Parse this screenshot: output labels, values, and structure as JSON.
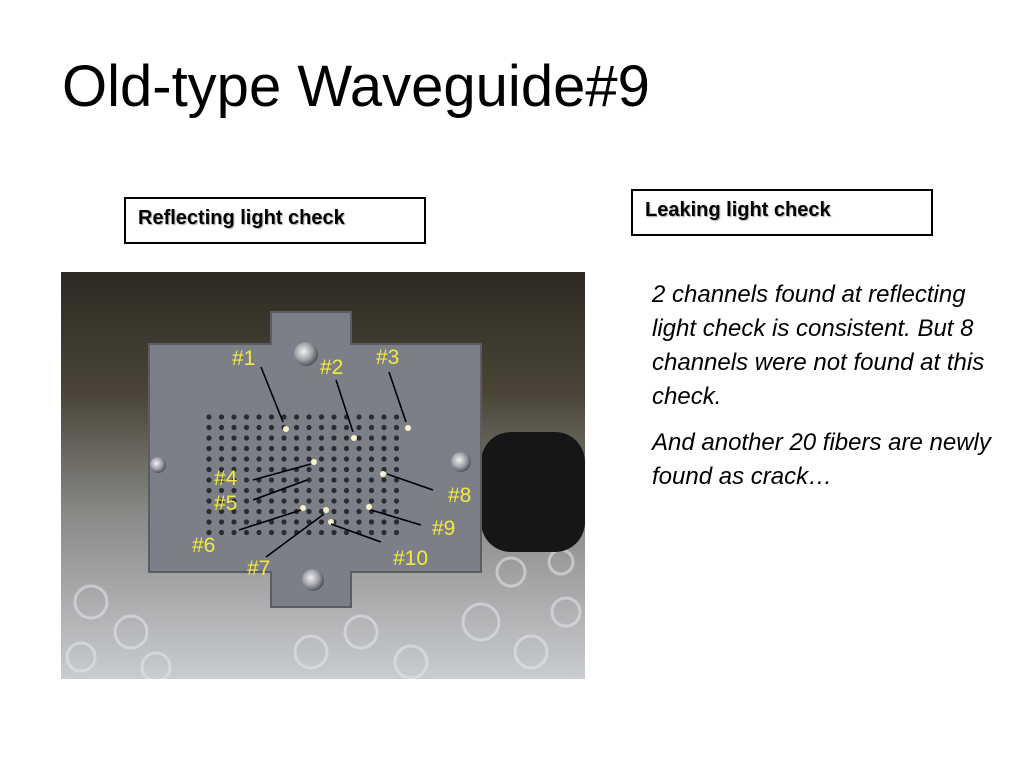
{
  "title": "Old-type Waveguide#9",
  "reflecting_box": "Reflecting light check",
  "leaking_box": "Leaking light check",
  "paragraphs": [
    "2 channels found at reflecting light check is consistent. But 8 channels were not found at this check.",
    "And another 20 fibers are newly found as crack…"
  ],
  "photo": {
    "labels": [
      "#1",
      "#2",
      "#3",
      "#4",
      "#5",
      "#6",
      "#7",
      "#8",
      "#9",
      "#10"
    ],
    "label_color": "#f2ea40",
    "plate_color": "#7c7f88"
  }
}
